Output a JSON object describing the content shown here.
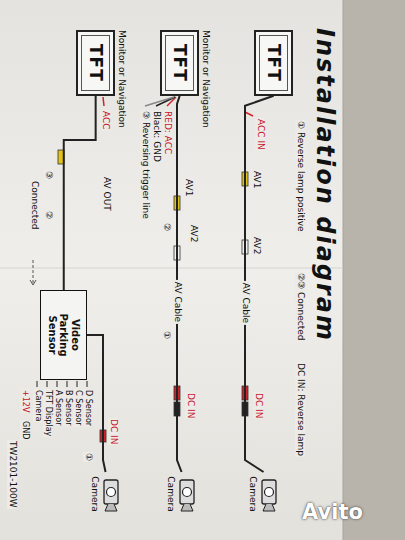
{
  "diagram": {
    "title": "Installation diagram",
    "nodes": [
      {
        "text": [
          "TFT"
        ]
      },
      {
        "text": [
          "Camera"
        ]
      },
      {
        "text": [
          "Monitor or Navigation",
          "TFT"
        ]
      },
      {
        "text": [
          "Camera"
        ]
      },
      {
        "text": [
          "Monitor or Navigation",
          "TFT"
        ]
      },
      {
        "text": [
          "Video Parking Sensor"
        ]
      },
      {
        "text": [
          "Camera"
        ]
      }
    ],
    "edges": [
      {
        "from": 0,
        "to": 1,
        "label": "AV Cable",
        "arrow": "none"
      },
      {
        "from": 2,
        "to": 3,
        "label": "AV Cable",
        "arrow": "none"
      },
      {
        "from": 4,
        "to": 5,
        "arrow": "none"
      },
      {
        "from": 5,
        "to": 6,
        "arrow": "none"
      }
    ],
    "labels": [
      "① Reverse lamp positive",
      "②③ Connected",
      "DC IN: Reverse lamp",
      "ACC IN",
      "AV1",
      "AV2",
      "DC IN",
      "AV2",
      "AV1",
      "RED: ACC",
      "Black: GND",
      "③ Reversing trigger line",
      "②",
      "①",
      "DC IN",
      "ACC",
      "AV OUT",
      "③",
      "②",
      "Connected",
      "D Sensor",
      "C Sensor",
      "B Sensor",
      "A Sensor",
      "TFT Display",
      "Camera",
      "+12V",
      "GND",
      "DC IN",
      "①",
      "TW2101-100W",
      "Avito"
    ]
  }
}
